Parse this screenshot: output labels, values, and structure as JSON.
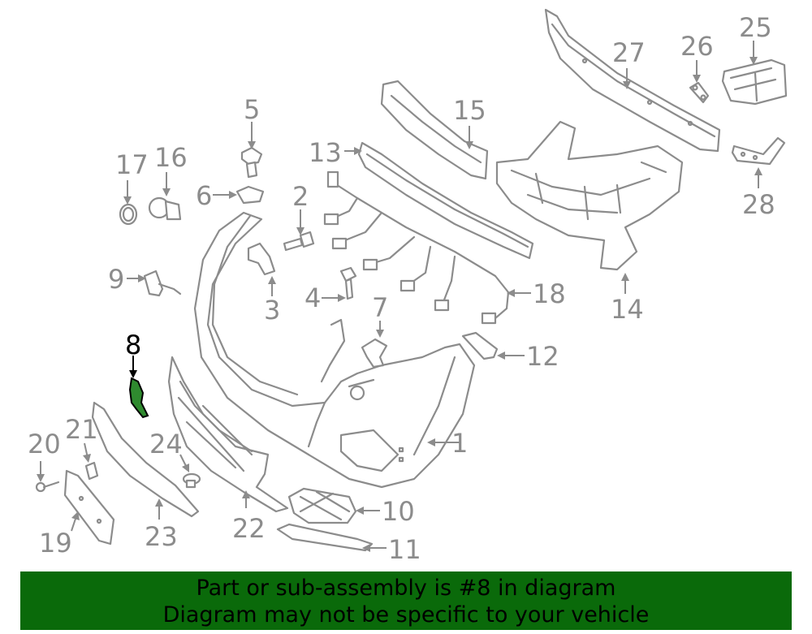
{
  "callouts": {
    "c1": "1",
    "c2": "2",
    "c3": "3",
    "c4": "4",
    "c5": "5",
    "c6": "6",
    "c7": "7",
    "c8": "8",
    "c9": "9",
    "c10": "10",
    "c11": "11",
    "c12": "12",
    "c13": "13",
    "c14": "14",
    "c15": "15",
    "c16": "16",
    "c17": "17",
    "c18": "18",
    "c19": "19",
    "c20": "20",
    "c21": "21",
    "c22": "22",
    "c23": "23",
    "c24": "24",
    "c25": "25",
    "c26": "26",
    "c27": "27",
    "c28": "28"
  },
  "highlighted_part": "8",
  "colors": {
    "line": "#8c8c8c",
    "highlight": "#2f8a2f",
    "banner": "#0a6a0a"
  },
  "banner": {
    "line1": "Part or sub-assembly is #8 in diagram",
    "line2": "Diagram may not be specific to your vehicle"
  }
}
